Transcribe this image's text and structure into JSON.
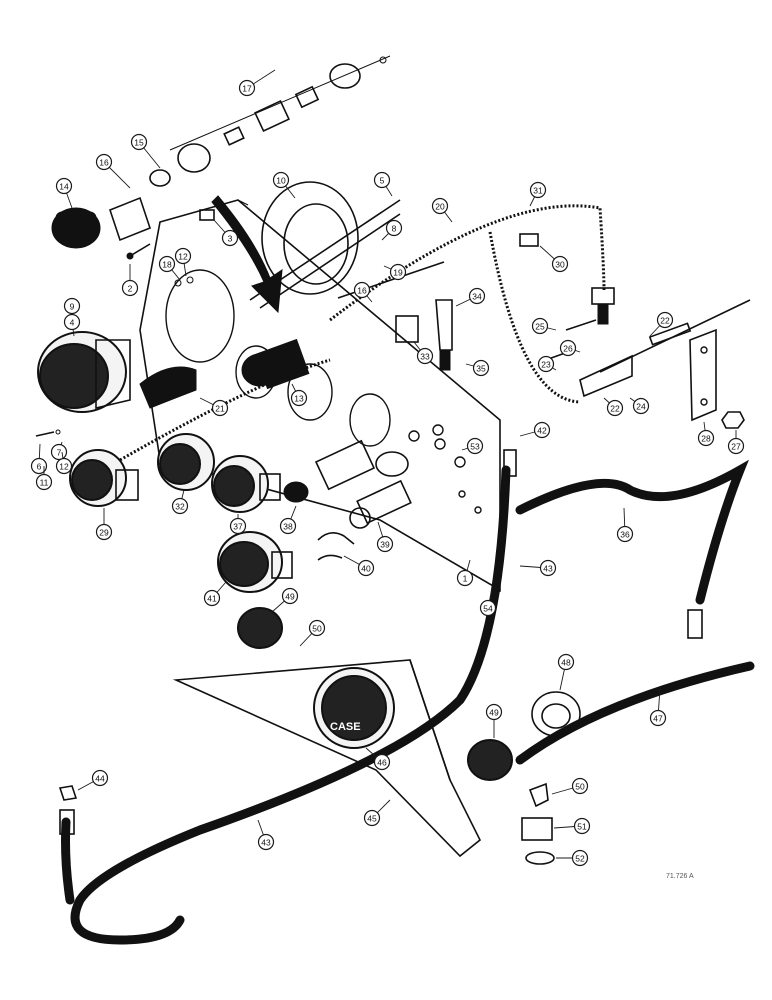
{
  "diagram": {
    "brand_label": "CASE",
    "drawing_number": "71.726 A",
    "callouts": [
      {
        "id": "c17",
        "label": "17"
      },
      {
        "id": "c15",
        "label": "15"
      },
      {
        "id": "c16",
        "label": "16"
      },
      {
        "id": "c14",
        "label": "14"
      },
      {
        "id": "c10",
        "label": "10"
      },
      {
        "id": "c5",
        "label": "5"
      },
      {
        "id": "c3",
        "label": "3"
      },
      {
        "id": "c2",
        "label": "2"
      },
      {
        "id": "c20",
        "label": "20"
      },
      {
        "id": "c31",
        "label": "31"
      },
      {
        "id": "c8",
        "label": "8"
      },
      {
        "id": "c18",
        "label": "18"
      },
      {
        "id": "c12a",
        "label": "12"
      },
      {
        "id": "c19",
        "label": "19"
      },
      {
        "id": "c30",
        "label": "30"
      },
      {
        "id": "c9",
        "label": "9"
      },
      {
        "id": "c4",
        "label": "4"
      },
      {
        "id": "c16b",
        "label": "16"
      },
      {
        "id": "c34",
        "label": "34"
      },
      {
        "id": "c22a",
        "label": "22"
      },
      {
        "id": "c25",
        "label": "25"
      },
      {
        "id": "c26",
        "label": "26"
      },
      {
        "id": "c23",
        "label": "23"
      },
      {
        "id": "c33",
        "label": "33"
      },
      {
        "id": "c35",
        "label": "35"
      },
      {
        "id": "c13",
        "label": "13"
      },
      {
        "id": "c21",
        "label": "21"
      },
      {
        "id": "c22b",
        "label": "22"
      },
      {
        "id": "c24",
        "label": "24"
      },
      {
        "id": "c28",
        "label": "28"
      },
      {
        "id": "c27",
        "label": "27"
      },
      {
        "id": "c42",
        "label": "42"
      },
      {
        "id": "c6",
        "label": "6"
      },
      {
        "id": "c11",
        "label": "11"
      },
      {
        "id": "c7",
        "label": "7"
      },
      {
        "id": "c12b",
        "label": "12"
      },
      {
        "id": "c53",
        "label": "53"
      },
      {
        "id": "c29",
        "label": "29"
      },
      {
        "id": "c32",
        "label": "32"
      },
      {
        "id": "c37",
        "label": "37"
      },
      {
        "id": "c38a",
        "label": "38"
      },
      {
        "id": "c39",
        "label": "39"
      },
      {
        "id": "c36",
        "label": "36"
      },
      {
        "id": "c40",
        "label": "40"
      },
      {
        "id": "c1",
        "label": "1"
      },
      {
        "id": "c54",
        "label": "54"
      },
      {
        "id": "c43a",
        "label": "43"
      },
      {
        "id": "c41",
        "label": "41"
      },
      {
        "id": "c49a",
        "label": "49"
      },
      {
        "id": "c50a",
        "label": "50"
      },
      {
        "id": "c48",
        "label": "48"
      },
      {
        "id": "c47",
        "label": "47"
      },
      {
        "id": "c49b",
        "label": "49"
      },
      {
        "id": "c46",
        "label": "46"
      },
      {
        "id": "c44",
        "label": "44"
      },
      {
        "id": "c50b",
        "label": "50"
      },
      {
        "id": "c51",
        "label": "51"
      },
      {
        "id": "c45",
        "label": "45"
      },
      {
        "id": "c43b",
        "label": "43"
      },
      {
        "id": "c52",
        "label": "52"
      }
    ]
  }
}
